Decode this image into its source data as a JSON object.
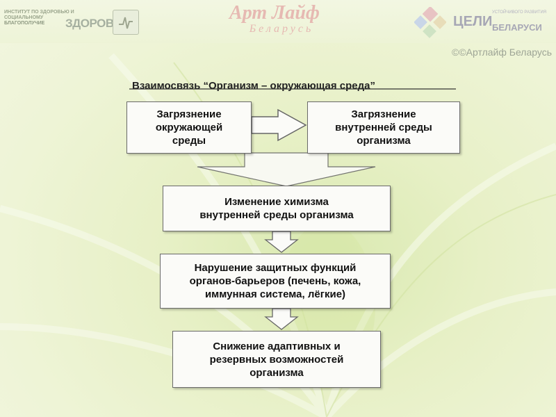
{
  "header": {
    "left_logo_line1": "ИНСТИТУТ ПО ЗДОРОВЬЮ И СОЦИАЛЬНОМУ",
    "left_logo_line2": "БЛАГОПОЛУЧИЕ",
    "left_logo_word": "ЗДОРОВЬЕ",
    "center_logo_title": "Арт Лайф",
    "center_logo_sub": "Беларусь",
    "right_logo_word": "ЦЕЛИ",
    "right_logo_small": "УСТОЙЧИВОГО РАЗВИТИЯ",
    "right_logo_country": "БЕЛАРУСИ",
    "copyright": "©©Артлайф Беларусь"
  },
  "diagram": {
    "title": "Взаимосвязь “Организм – окружающая среда”",
    "boxes": {
      "env_pollution": "Загрязнение\nокружающей\nсреды",
      "internal_pollution": "Загрязнение\nвнутренней среды\nорганизма",
      "chemistry_change": "Изменение химизма\nвнутренней среды организма",
      "barrier_disruption": "Нарушение защитных функций\nорганов-барьеров (печень, кожа,\nиммунная система, лёгкие)",
      "adaptive_decrease": "Снижение адаптивных и\nрезервных возможностей\nорганизма"
    }
  }
}
